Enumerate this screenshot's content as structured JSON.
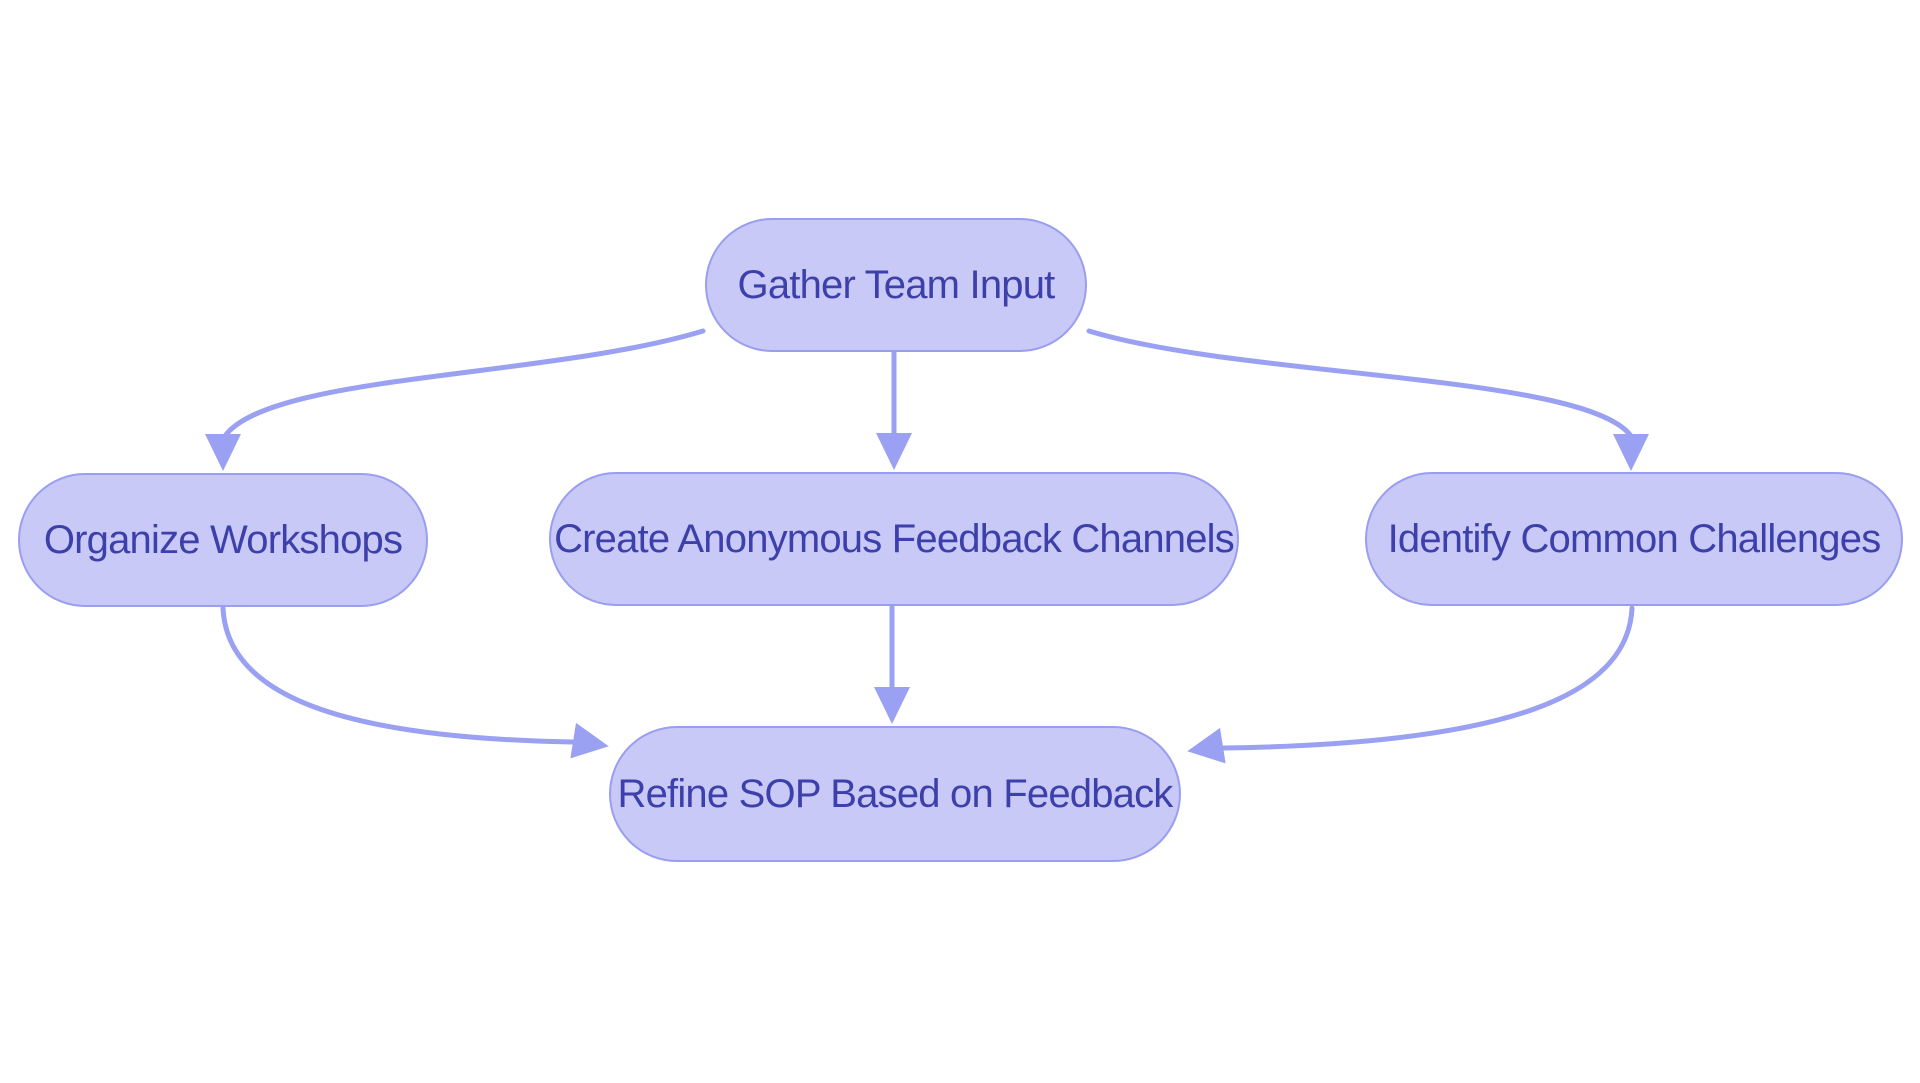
{
  "diagram": {
    "type": "flowchart",
    "colors": {
      "background": "#ffffff",
      "node_fill": "#c8c9f7",
      "node_border": "#9a9ef0",
      "arrow_color": "#9aa0f2",
      "text_color": "#3d40aa"
    },
    "nodes": [
      {
        "id": "gather",
        "label": "Gather Team Input"
      },
      {
        "id": "organize",
        "label": "Organize Workshops"
      },
      {
        "id": "create",
        "label": "Create Anonymous Feedback Channels"
      },
      {
        "id": "identify",
        "label": "Identify Common Challenges"
      },
      {
        "id": "refine",
        "label": "Refine SOP Based on Feedback"
      }
    ],
    "edges": [
      {
        "from": "Gather Team Input",
        "to": "Organize Workshops"
      },
      {
        "from": "Gather Team Input",
        "to": "Create Anonymous Feedback Channels"
      },
      {
        "from": "Gather Team Input",
        "to": "Identify Common Challenges"
      },
      {
        "from": "Organize Workshops",
        "to": "Refine SOP Based on Feedback"
      },
      {
        "from": "Create Anonymous Feedback Channels",
        "to": "Refine SOP Based on Feedback"
      },
      {
        "from": "Identify Common Challenges",
        "to": "Refine SOP Based on Feedback"
      }
    ]
  }
}
